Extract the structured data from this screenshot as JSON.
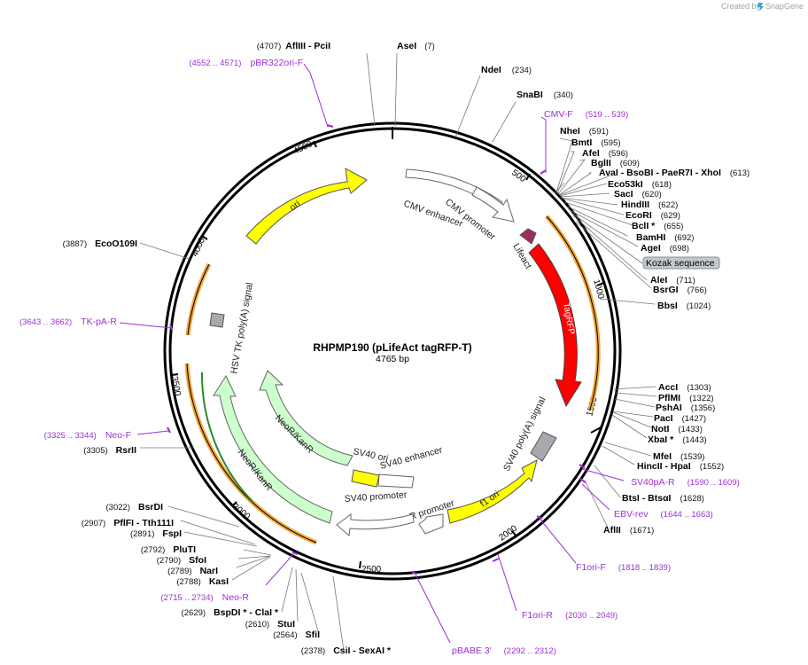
{
  "watermark": {
    "created_by": "Created by",
    "brand": "SnapGene"
  },
  "plasmid": {
    "name": "RHPMP190 (pLifeAct tagRFP-T)",
    "size": "4765 bp",
    "length": 4765
  },
  "ticks": [
    "500",
    "1000",
    "1500",
    "2000",
    "2500",
    "3000",
    "3500",
    "4000",
    "4500"
  ],
  "sites": [
    {
      "name": "AflIII  - PciI",
      "pos": "(4707)"
    },
    {
      "name": "AseI",
      "pos": "(7)"
    },
    {
      "name": "NdeI",
      "pos": "(234)"
    },
    {
      "name": "SnaBI",
      "pos": "(340)"
    },
    {
      "name": "NheI",
      "pos": "(591)"
    },
    {
      "name": "BmtI",
      "pos": "(595)"
    },
    {
      "name": "AfeI",
      "pos": "(596)"
    },
    {
      "name": "BglII",
      "pos": "(609)"
    },
    {
      "name": "AvaI  - BsoBI  - PaeR7I  - XhoI",
      "pos": "(613)"
    },
    {
      "name": "Eco53kI",
      "pos": "(618)"
    },
    {
      "name": "SacI",
      "pos": "(620)"
    },
    {
      "name": "HindIII",
      "pos": "(622)"
    },
    {
      "name": "EcoRI",
      "pos": "(629)"
    },
    {
      "name": "BclI *",
      "pos": "(655)"
    },
    {
      "name": "BamHI",
      "pos": "(692)"
    },
    {
      "name": "AgeI",
      "pos": "(698)"
    },
    {
      "name": "AleI",
      "pos": "(711)"
    },
    {
      "name": "BsrGI",
      "pos": "(766)"
    },
    {
      "name": "BbsI",
      "pos": "(1024)"
    },
    {
      "name": "AccI",
      "pos": "(1303)"
    },
    {
      "name": "PflMI",
      "pos": "(1322)"
    },
    {
      "name": "PshAI",
      "pos": "(1356)"
    },
    {
      "name": "PacI",
      "pos": "(1427)"
    },
    {
      "name": "NotI",
      "pos": "(1433)"
    },
    {
      "name": "XbaI *",
      "pos": "(1443)"
    },
    {
      "name": "MfeI",
      "pos": "(1539)"
    },
    {
      "name": "HincII  - HpaI",
      "pos": "(1552)"
    },
    {
      "name": "BtsI  - BtsαI",
      "pos": "(1628)"
    },
    {
      "name": "AflII",
      "pos": "(1671)"
    },
    {
      "name": "SfiI",
      "pos": "(2564)"
    },
    {
      "name": "CsiI  - SexAI *",
      "pos": "(2378)"
    },
    {
      "name": "StuI",
      "pos": "(2610)"
    },
    {
      "name": "BspDI *  - ClaI *",
      "pos": "(2629)"
    },
    {
      "name": "KasI",
      "pos": "(2788)"
    },
    {
      "name": "NarI",
      "pos": "(2789)"
    },
    {
      "name": "SfoI",
      "pos": "(2790)"
    },
    {
      "name": "PluTI",
      "pos": "(2792)"
    },
    {
      "name": "FspI",
      "pos": "(2891)"
    },
    {
      "name": "PflFI  - Tth111I",
      "pos": "(2907)"
    },
    {
      "name": "BsrDI",
      "pos": "(3022)"
    },
    {
      "name": "RsrII",
      "pos": "(3305)"
    },
    {
      "name": "EcoO109I",
      "pos": "(3887)"
    }
  ],
  "primers": [
    {
      "name": "pBR322ori-F",
      "pos": "(4552 .. 4571)"
    },
    {
      "name": "CMV-F",
      "pos": "(519 .. 539)"
    },
    {
      "name": "SV40pA-R",
      "pos": "(1590 .. 1609)"
    },
    {
      "name": "EBV-rev",
      "pos": "(1644 .. 1663)"
    },
    {
      "name": "F1ori-F",
      "pos": "(1818 .. 1839)"
    },
    {
      "name": "F1ori-R",
      "pos": "(2030 .. 2049)"
    },
    {
      "name": "pBABE 3'",
      "pos": "(2292 .. 2312)"
    },
    {
      "name": "Neo-R",
      "pos": "(2715 .. 2734)"
    },
    {
      "name": "Neo-F",
      "pos": "(3325 .. 3344)"
    },
    {
      "name": "TK-pA-R",
      "pos": "(3643 .. 3662)"
    }
  ],
  "kozak": "Kozak sequence",
  "features": {
    "ori": "ori",
    "cmv_enhancer": "CMV enhancer",
    "cmv_promoter": "CMV promoter",
    "lifeact": "Lifeact",
    "tagrfp": "TagRFP",
    "sv40_polya": "SV40 poly(A) signal",
    "f1_ori": "f1 ori",
    "ampr_promoter": "AmpR promoter",
    "sv40_promoter": "SV40 promoter",
    "sv40_enhancer": "SV40 enhancer",
    "sv40_ori": "SV40 ori",
    "neor_kanr_inner": "NeoR/KanR",
    "neor_kanr_outer": "NeoR/KanR",
    "hsv_tk": "HSV TK poly(A) signal"
  },
  "colors": {
    "ori": "#ffff00",
    "tagrfp": "#ff0000",
    "lifeact": "#9c2d5e",
    "neor": "#ccffcc",
    "polya": "#a8a8ae",
    "primer": "#9b30d8",
    "orf_outline": "#f2a43a",
    "backbone": "#000000"
  }
}
